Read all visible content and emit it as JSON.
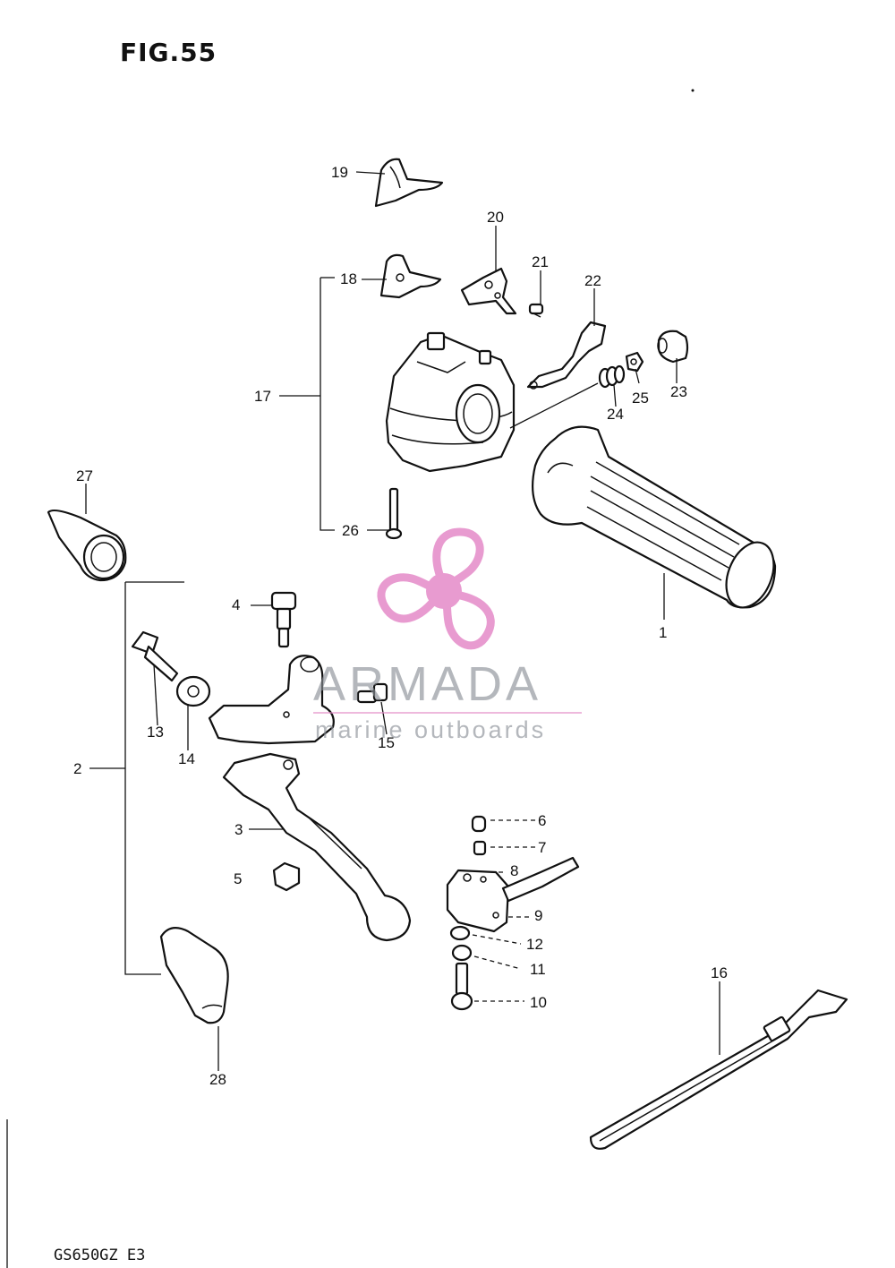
{
  "figure": {
    "title": "FIG.55",
    "model_code": "GS650GZ  E3"
  },
  "callouts": [
    "1",
    "2",
    "3",
    "4",
    "5",
    "6",
    "7",
    "8",
    "9",
    "10",
    "11",
    "12",
    "13",
    "14",
    "15",
    "16",
    "17",
    "18",
    "19",
    "20",
    "21",
    "22",
    "23",
    "24",
    "25",
    "26",
    "27",
    "28"
  ],
  "watermark": {
    "brand": "ARMADA",
    "tagline": "marine outboards",
    "logo": "propeller-logo",
    "colors": {
      "logo": "#e48ac8",
      "text": "#8a8f96"
    }
  }
}
